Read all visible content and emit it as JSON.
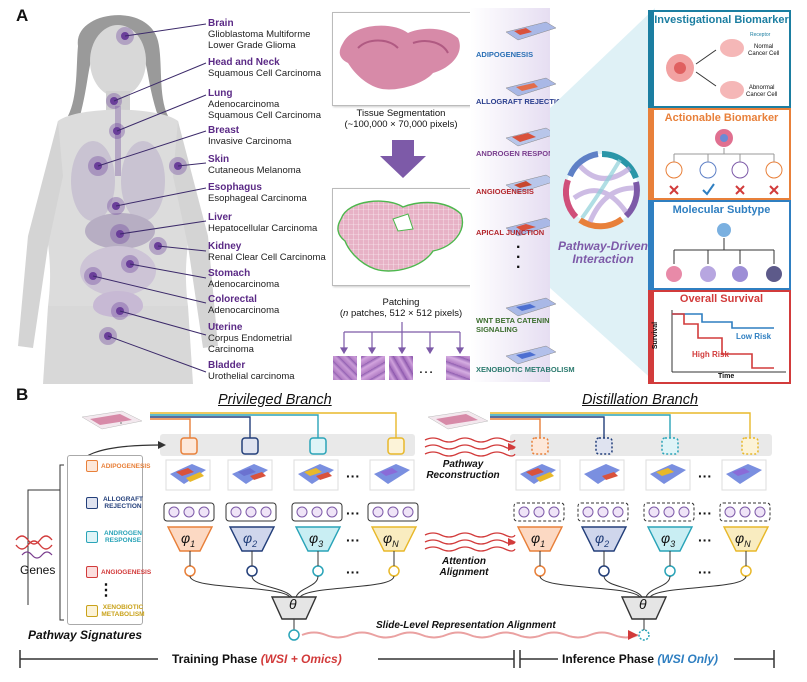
{
  "panel_a": {
    "letter": "A",
    "organs": [
      {
        "name": "Brain",
        "desc": [
          "Glioblastoma Multiforme",
          "Lower Grade Glioma"
        ]
      },
      {
        "name": "Head and Neck",
        "desc": [
          "Squamous Cell Carcinoma"
        ]
      },
      {
        "name": "Lung",
        "desc": [
          "Adenocarcinoma",
          "Squamous Cell Carcinoma"
        ]
      },
      {
        "name": "Breast",
        "desc": [
          "Invasive Carcinoma"
        ]
      },
      {
        "name": "Skin",
        "desc": [
          "Cutaneous Melanoma"
        ]
      },
      {
        "name": "Esophagus",
        "desc": [
          "Esophageal Carcinoma"
        ]
      },
      {
        "name": "Liver",
        "desc": [
          "Hepatocellular Carcinoma"
        ]
      },
      {
        "name": "Kidney",
        "desc": [
          "Renal Clear Cell Carcinoma"
        ]
      },
      {
        "name": "Stomach",
        "desc": [
          "Adenocarcinoma"
        ]
      },
      {
        "name": "Colorectal",
        "desc": [
          "Adenocarcinoma"
        ]
      },
      {
        "name": "Uterine",
        "desc": [
          "Corpus Endometrial",
          "Carcinoma"
        ]
      },
      {
        "name": "Bladder",
        "desc": [
          "Urothelial carcinoma"
        ]
      }
    ],
    "tissue_caption": [
      "Tissue Segmentation",
      "(~100,000 × 70,000 pixels)"
    ],
    "patching_caption_1": "Patching",
    "patching_caption_2a": "n",
    "patching_caption_2b": " patches, 512 × 512 pixels)",
    "patching_paren": "(",
    "patch_ellipsis": "…",
    "pathways": [
      {
        "label": "ADIPOGENESIS",
        "color": "#2a6fb5"
      },
      {
        "label": "ALLOGRAFT REJECTION",
        "color": "#2b3f8e"
      },
      {
        "label": "ANDROGEN RESPONSE",
        "color": "#7a3e8e"
      },
      {
        "label": "ANGIOGENESIS",
        "color": "#b3262c"
      },
      {
        "label": "APICAL JUNCTION",
        "color": "#b3262c"
      },
      {
        "label": "WNT BETA CATENIN",
        "color": "#3c6e2e"
      },
      {
        "label": "SIGNALING",
        "color": "#3c6e2e"
      },
      {
        "label": "XENOBIOTIC METABOLISM",
        "color": "#2b7a6e"
      }
    ],
    "circle_caption": [
      "Pathway-Driven",
      "Interaction"
    ],
    "right_panels": {
      "investigational": {
        "title": "Investigational Biomarker",
        "receptor": "Receptor",
        "normal": [
          "Normal",
          "Cancer Cell"
        ],
        "abnormal": [
          "Abnormal",
          "Cancer Cell"
        ],
        "color": "#1b7ea1"
      },
      "actionable": {
        "title": "Actionable Biomarker",
        "color": "#e8803a"
      },
      "molecular": {
        "title": "Molecular Subtype",
        "color": "#2f7fc1"
      },
      "survival": {
        "title": "Overall Survival",
        "low": "Low Risk",
        "high": "High Risk",
        "xlabel": "Time",
        "ylabel": "Survival",
        "color": "#d23b3b"
      }
    }
  },
  "panel_b": {
    "letter": "B",
    "genes_label": "Genes",
    "signatures": [
      {
        "label": "ADIPOGENESIS",
        "color": "#e8803a"
      },
      {
        "label": "ALLOGRAFT REJECTION",
        "color": "#233f7a"
      },
      {
        "label": "ANDROGEN RESPONSE",
        "color": "#2aa4b8"
      },
      {
        "label": "ANGIOGENESIS",
        "color": "#d23b3b"
      },
      {
        "label": "XENOBIOTIC METABOLISM",
        "color": "#c9a21a"
      }
    ],
    "sig_dots": "⋮",
    "pathway_signatures": "Pathway Signatures",
    "privileged": "Privileged Branch",
    "distillation": "Distillation Branch",
    "pathway_reconstruction": [
      "Pathway",
      "Reconstruction"
    ],
    "attention_alignment": [
      "Attention",
      "Alignment"
    ],
    "phi_labels": [
      "φ",
      "φ",
      "φ",
      "φ"
    ],
    "phi_subs": [
      "1",
      "2",
      "3",
      "N"
    ],
    "theta": "θ",
    "ellipsis": "···",
    "slide_alignment": "Slide-Level Representation Alignment",
    "training_phase": "Training Phase",
    "training_paren": "(WSI + Omics)",
    "inference_phase": "Inference Phase",
    "inference_paren": "(WSI Only)",
    "col_colors": [
      "#e8803a",
      "#233f7a",
      "#2aa4b8",
      "#e8b82a"
    ]
  }
}
